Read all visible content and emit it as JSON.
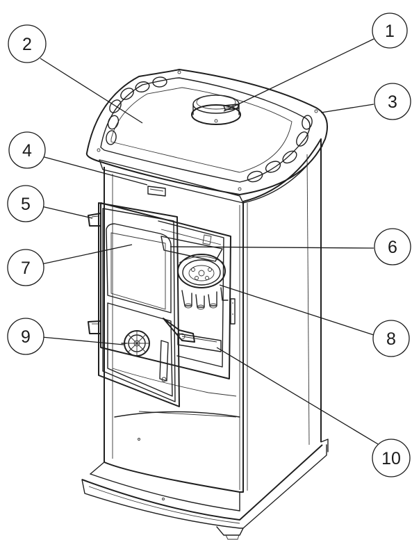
{
  "diagram": {
    "callouts": [
      {
        "id": "c1",
        "label": "1"
      },
      {
        "id": "c2",
        "label": "2"
      },
      {
        "id": "c3",
        "label": "3"
      },
      {
        "id": "c4",
        "label": "4"
      },
      {
        "id": "c5",
        "label": "5"
      },
      {
        "id": "c6",
        "label": "6"
      },
      {
        "id": "c7",
        "label": "7"
      },
      {
        "id": "c8",
        "label": "8"
      },
      {
        "id": "c9",
        "label": "9"
      },
      {
        "id": "c10",
        "label": "10"
      }
    ]
  },
  "colors": {
    "line": "#1f1f1f",
    "background": "#ffffff"
  }
}
